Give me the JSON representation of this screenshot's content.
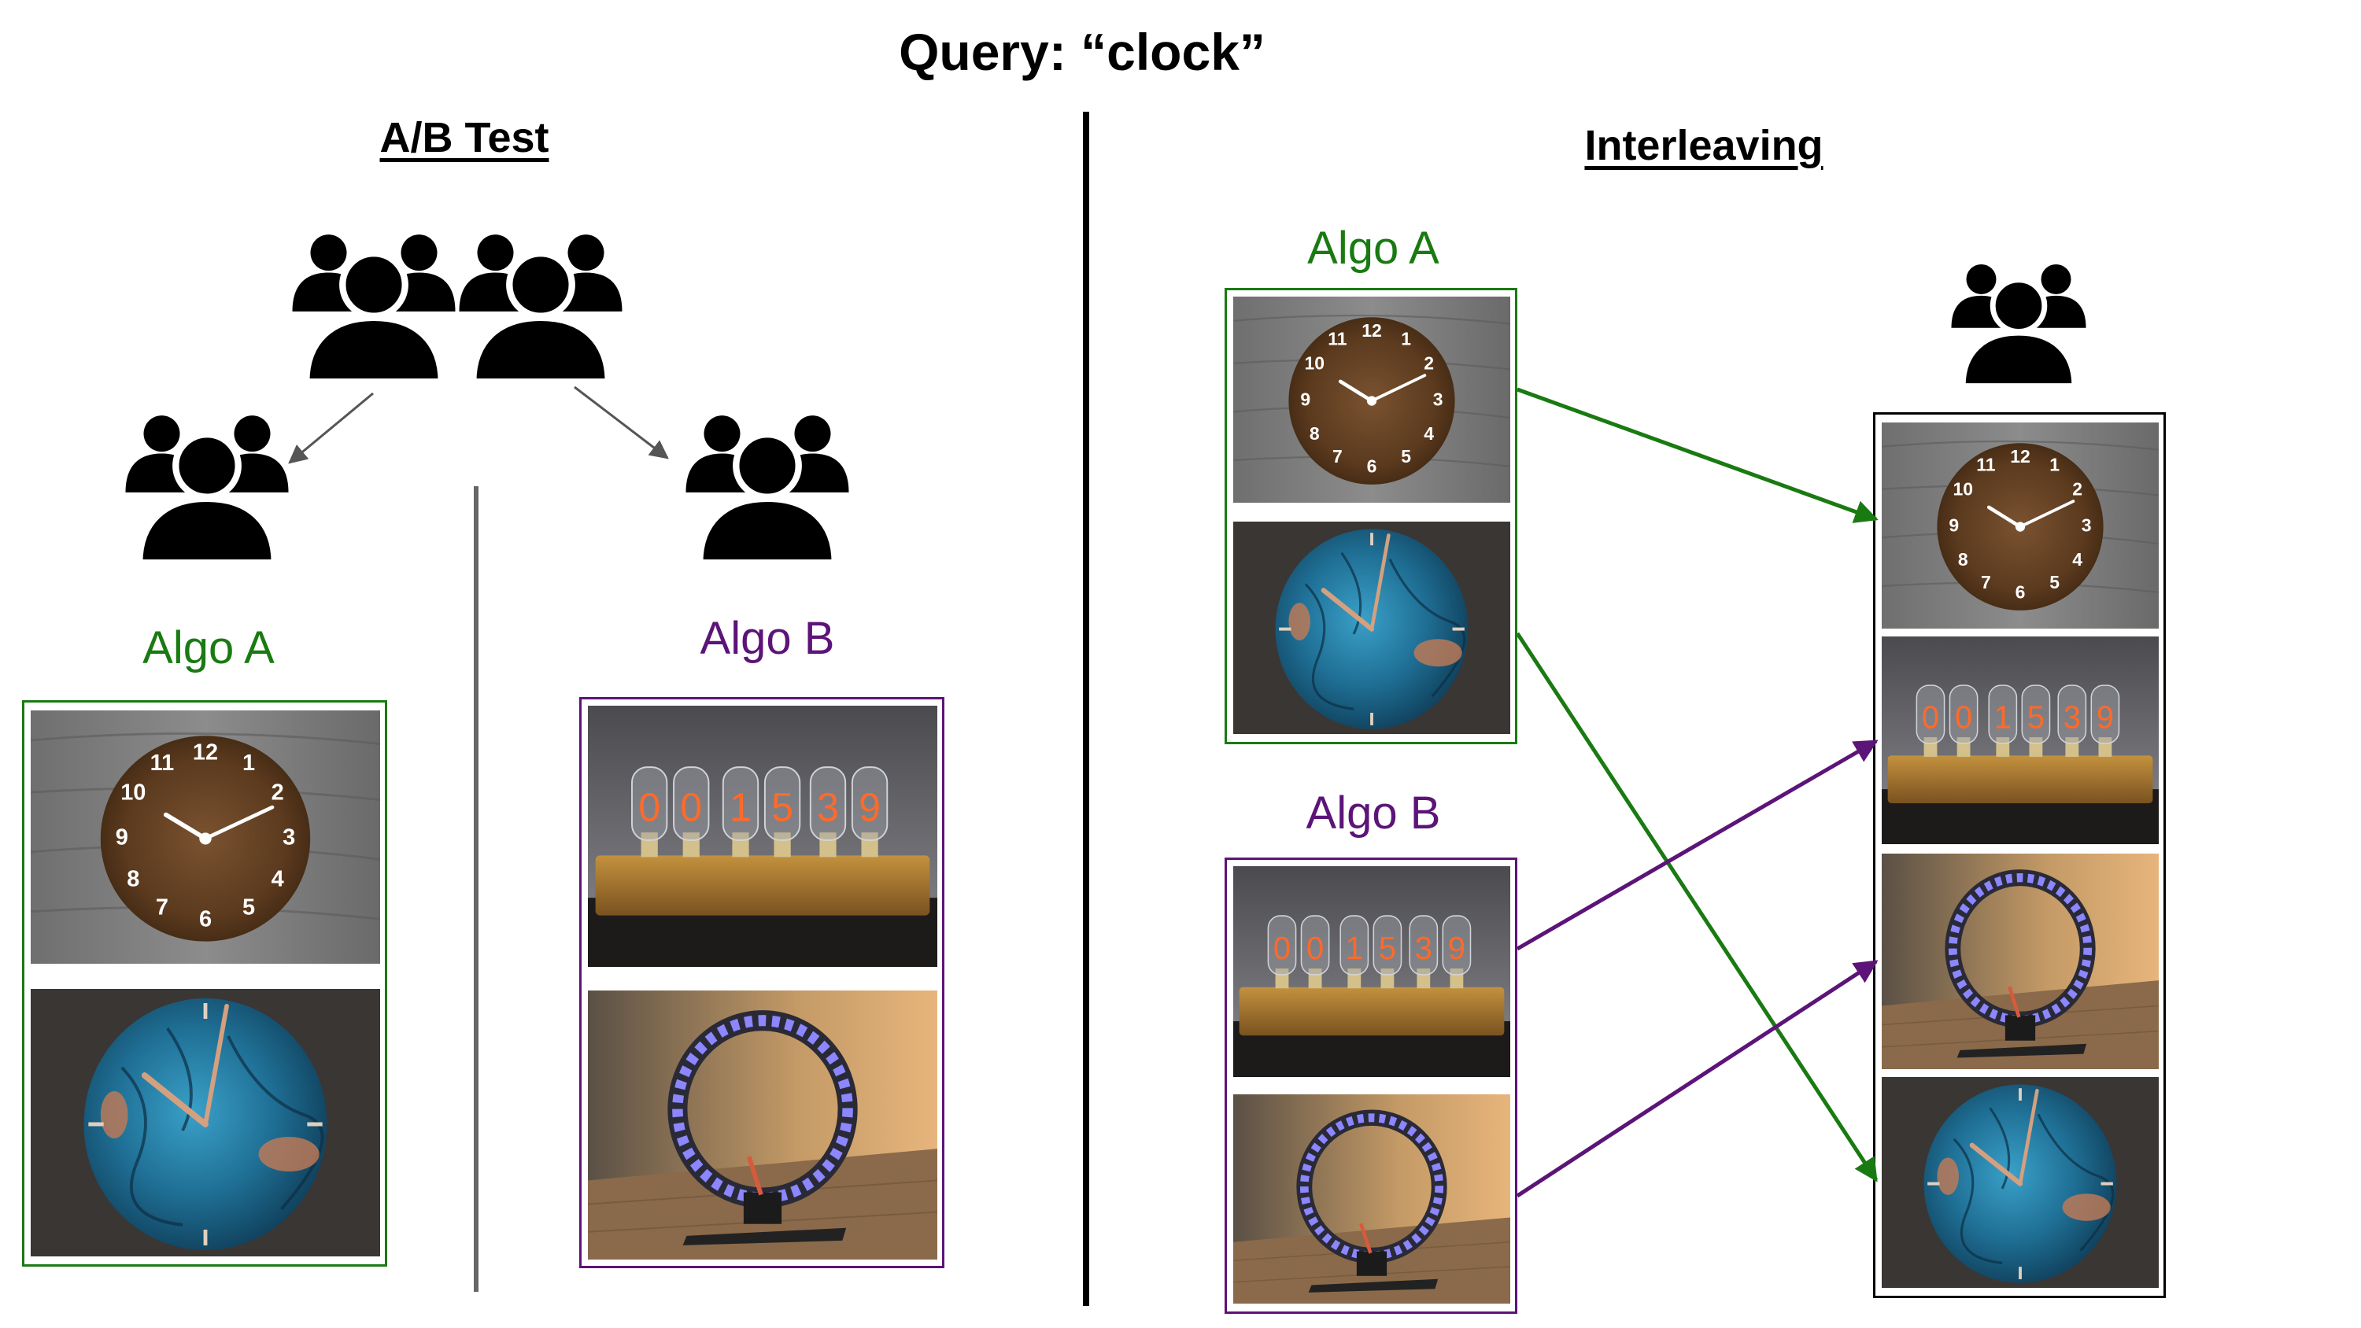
{
  "title": "Query: “clock”",
  "ab_test": {
    "heading": "A/B Test",
    "algo_a_label": "Algo A",
    "algo_b_label": "Algo B",
    "algo_a_results": [
      "wooden-wall-clock",
      "blue-patina-clock"
    ],
    "algo_b_results": [
      "nixie-tube-clock",
      "led-ring-clock"
    ]
  },
  "interleaving": {
    "heading": "Interleaving",
    "algo_a_label": "Algo A",
    "algo_b_label": "Algo B",
    "algo_a_results": [
      "wooden-wall-clock",
      "blue-patina-clock"
    ],
    "algo_b_results": [
      "nixie-tube-clock",
      "led-ring-clock"
    ],
    "merged_results": [
      "wooden-wall-clock",
      "nixie-tube-clock",
      "led-ring-clock",
      "blue-patina-clock"
    ]
  },
  "nixie_digits": [
    "0",
    "0",
    "1",
    "5",
    "3",
    "9"
  ],
  "colors": {
    "algo_a": "#1a7a12",
    "algo_b": "#5c1478",
    "divider": "#000000",
    "inner_divider": "#666666",
    "arrow_gray": "#555555"
  },
  "icons": [
    "users-group-icon"
  ]
}
